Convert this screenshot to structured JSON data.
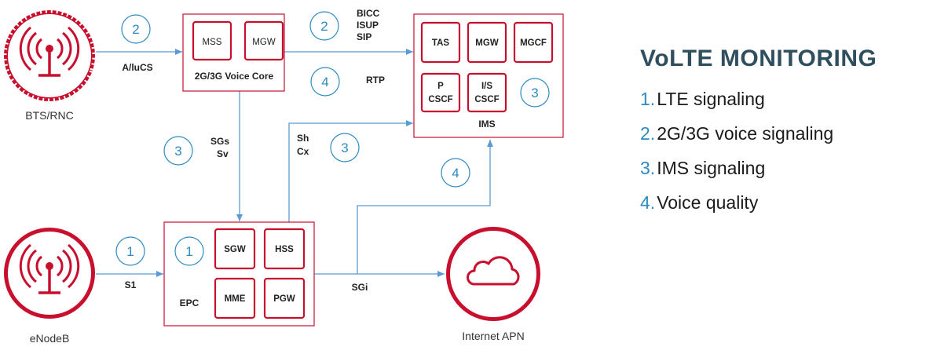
{
  "legend": {
    "title": "VoLTE MONITORING",
    "items": [
      {
        "num": "1.",
        "label": "LTE signaling"
      },
      {
        "num": "2.",
        "label": "2G/3G voice signaling"
      },
      {
        "num": "3.",
        "label": "IMS signaling"
      },
      {
        "num": "4.",
        "label": "Voice quality"
      }
    ]
  },
  "sites": {
    "bts": "BTS/RNC",
    "enodeb": "eNodeB",
    "internet": "Internet APN"
  },
  "voice_core": {
    "label": "2G/3G Voice Core",
    "mss": "MSS",
    "mgw": "MGW"
  },
  "ims": {
    "label": "IMS",
    "tas": "TAS",
    "mgw": "MGW",
    "mgcf": "MGCF",
    "pcscf_1": "P",
    "pcscf_2": "CSCF",
    "iscscf_1": "I/S",
    "iscscf_2": "CSCF"
  },
  "epc": {
    "label": "EPC",
    "sgw": "SGW",
    "hss": "HSS",
    "mme": "MME",
    "pgw": "PGW"
  },
  "interfaces": {
    "aiucs": "A/luCS",
    "bicc": "BICC",
    "isup": "ISUP",
    "sip": "SIP",
    "rtp": "RTP",
    "sgs": "SGs",
    "sv": "Sv",
    "sh": "Sh",
    "cx": "Cx",
    "s1": "S1",
    "sgi": "SGi"
  },
  "badges": {
    "b_aiucs": "2",
    "b_bicc": "2",
    "b_rtp": "4",
    "b_ims": "3",
    "b_sgs": "3",
    "b_shcx": "3",
    "b_q4": "4",
    "b_s1": "1",
    "b_epc": "1"
  },
  "colors": {
    "accent_red": "#c8102e",
    "line_blue": "#5b9bd5",
    "badge_blue": "#2e8bc0",
    "title_dark": "#2f4f5f"
  }
}
